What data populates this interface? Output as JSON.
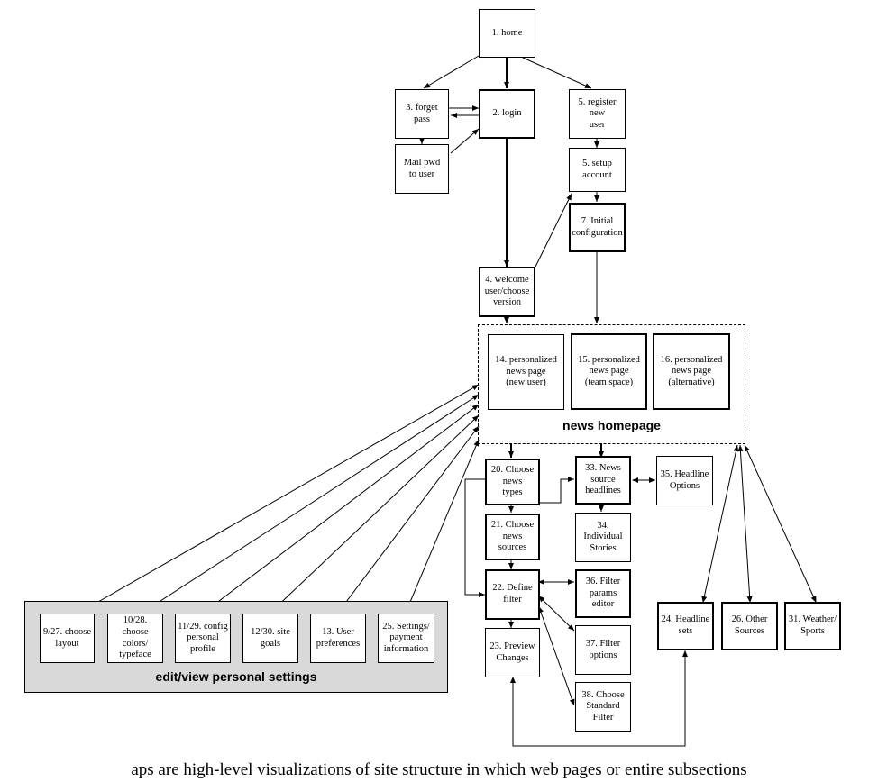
{
  "diagram": {
    "nodes": {
      "home": "1. home",
      "forget_pass": "3. forget\npass",
      "login": "2. login",
      "register": "5. register\nnew\nuser",
      "mail_pwd": "Mail pwd\nto user",
      "setup_account": "5. setup\naccount",
      "initial_config": "7. Initial\nconfiguration",
      "welcome": "4. welcome\nuser/choose\nversion",
      "pnp_new": "14. personalized\nnews page\n(new user)",
      "pnp_team": "15. personalized\nnews page\n(team space)",
      "pnp_alt": "16. personalized\nnews page\n(alternative)",
      "choose_types": "20. Choose\nnews\ntypes",
      "news_source_headlines": "33. News\nsource\nheadlines",
      "headline_options": "35. Headline\nOptions",
      "choose_sources": "21. Choose\nnews\nsources",
      "individual_stories": "34. Individual\nStories",
      "define_filter": "22. Define\nfilter",
      "filter_params": "36. Filter\nparams\neditor",
      "headline_sets": "24. Headline\nsets",
      "other_sources": "26. Other\nSources",
      "weather_sports": "31. Weather/\nSports",
      "preview_changes": "23. Preview\nChanges",
      "filter_options": "37. Filter\noptions",
      "choose_standard_filter": "38. Choose\nStandard\nFilter",
      "choose_layout": "9/27. choose\nlayout",
      "choose_colors": "10/28.\nchoose\ncolors/\ntypeface",
      "config_profile": "11/29. config\npersonal\nprofile",
      "site_goals": "12/30. site\ngoals",
      "user_preferences": "13. User\npreferences",
      "settings_payment": "25. Settings/\npayment\ninformation"
    },
    "groups": {
      "news_home": "news homepage",
      "personal_settings": "edit/view personal settings"
    },
    "caption": "aps are high-level visualizations of site structure in which web pages or entire subsections"
  }
}
